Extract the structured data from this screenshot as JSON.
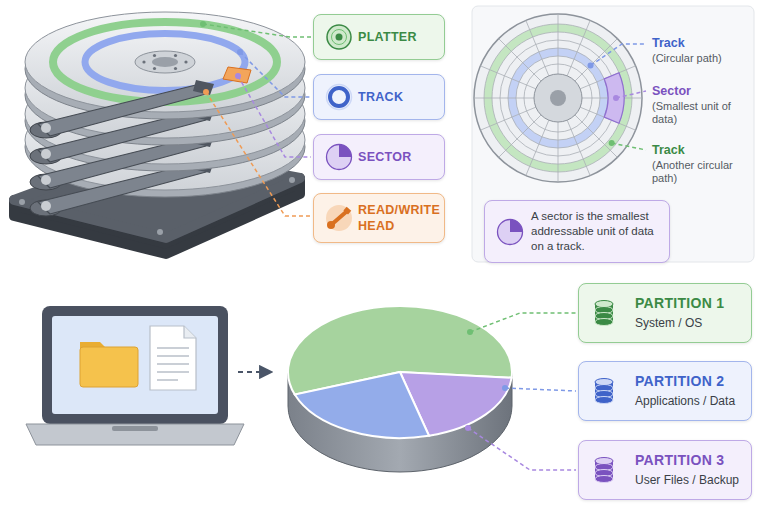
{
  "diagram": {
    "nodes": [
      {
        "text": [
          "PLATTER"
        ]
      },
      {
        "text": [
          "TRACK"
        ]
      },
      {
        "text": [
          "SECTOR"
        ]
      },
      {
        "text": [
          "READ/WRITE HEAD"
        ]
      },
      {
        "text": [
          "A sector is the smallest addressable unit of data on a track."
        ]
      },
      {
        "text": [
          "PARTITION 1",
          "System / OS"
        ]
      },
      {
        "text": [
          "PARTITION 2",
          "Applications / Data"
        ]
      },
      {
        "text": [
          "PARTITION 3",
          "User Files / Backup"
        ]
      }
    ],
    "labels": [
      "Track",
      "(Circular path)",
      "Sector",
      "(Smallest unit of data)",
      "Track",
      "(Another circular path)"
    ]
  }
}
